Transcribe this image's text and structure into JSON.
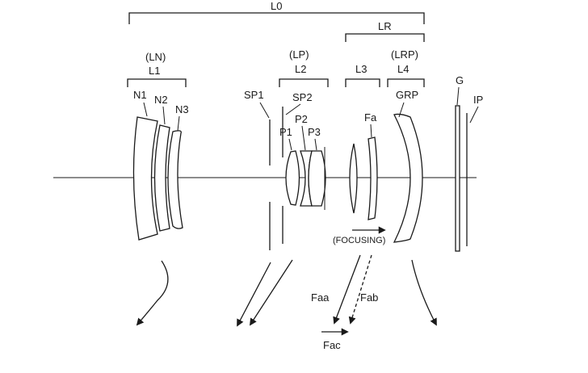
{
  "labels": {
    "L0": "L0",
    "LN": "(LN)",
    "L1": "L1",
    "LP": "(LP)",
    "L2": "L2",
    "LR": "LR",
    "L3": "L3",
    "LRP": "(LRP)",
    "L4": "L4",
    "N1": "N1",
    "N2": "N2",
    "N3": "N3",
    "SP1": "SP1",
    "SP2": "SP2",
    "P1": "P1",
    "P2": "P2",
    "P3": "P3",
    "Fa": "Fa",
    "GRP": "GRP",
    "G": "G",
    "IP": "IP",
    "focusing": "(FOCUSING)",
    "Faa": "Faa",
    "Fab": "Fab",
    "Fac": "Fac"
  }
}
